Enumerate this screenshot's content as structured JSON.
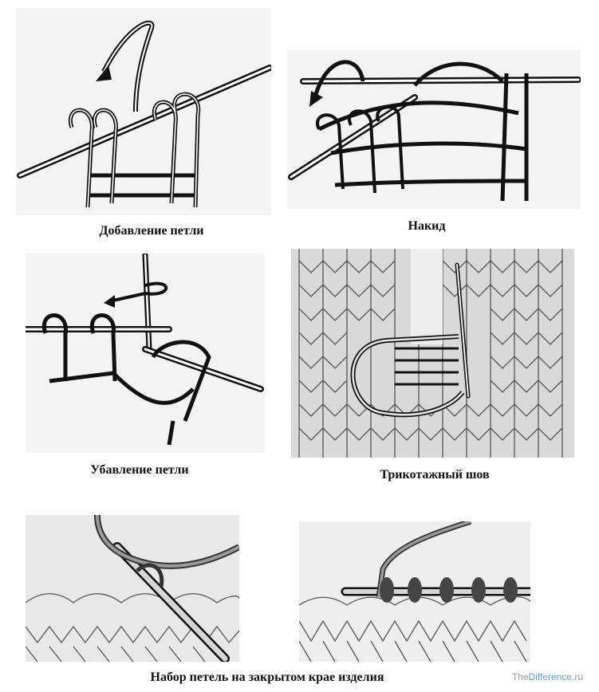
{
  "captions": {
    "add_loop": "Добавление петли",
    "yarn_over": "Накид",
    "decrease_loop": "Убавление петли",
    "knit_seam": "Трикотажный шов",
    "cast_on_closed_edge": "Набор петель на закрытом крае изделия"
  },
  "watermark": {
    "prefix": "The",
    "accent": "Difference",
    "suffix": ".ru"
  },
  "colors": {
    "ink": "#111111",
    "paper": "#ffffff",
    "panel_gray": "#f1f1f1",
    "watermark_gray": "#9a9a9a",
    "watermark_blue": "#5b9fd6"
  }
}
